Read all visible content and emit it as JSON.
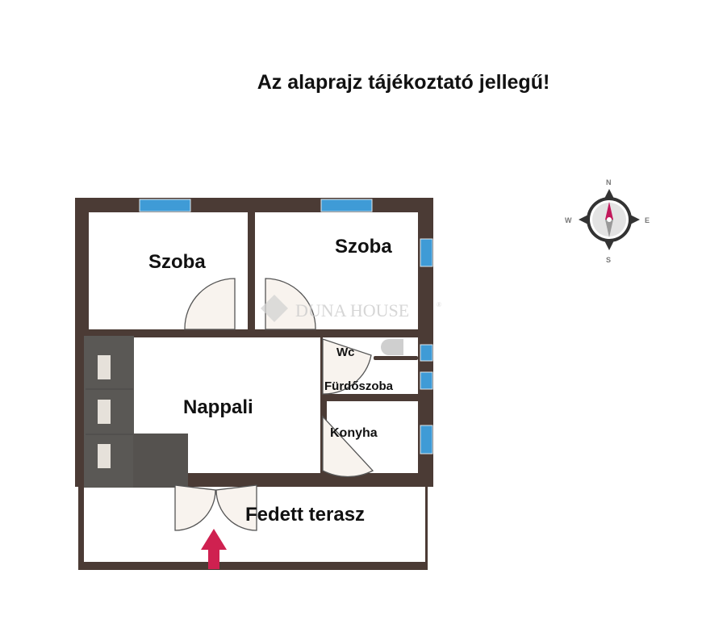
{
  "header": {
    "title": "Az alaprajz tájékoztató jellegű!"
  },
  "rooms": [
    {
      "id": "szoba-1",
      "label": "Szoba"
    },
    {
      "id": "szoba-2",
      "label": "Szoba"
    },
    {
      "id": "nappali",
      "label": "Nappali"
    },
    {
      "id": "wc",
      "label": "Wc"
    },
    {
      "id": "furdoszoba",
      "label": "Fürdőszoba"
    },
    {
      "id": "konyha",
      "label": "Konyha"
    },
    {
      "id": "terasz",
      "label": "Fedett terasz"
    }
  ],
  "watermark": {
    "text": "DUNA HOUSE",
    "mark": "®"
  },
  "compass": {
    "n": "N",
    "e": "E",
    "s": "S",
    "w": "W"
  },
  "colors": {
    "wall": "#4b3b35",
    "window": "#3f9bd6",
    "door_fill": "#f8f3ee",
    "entry_arrow": "#cf2150",
    "sofa": "#5a5855"
  }
}
